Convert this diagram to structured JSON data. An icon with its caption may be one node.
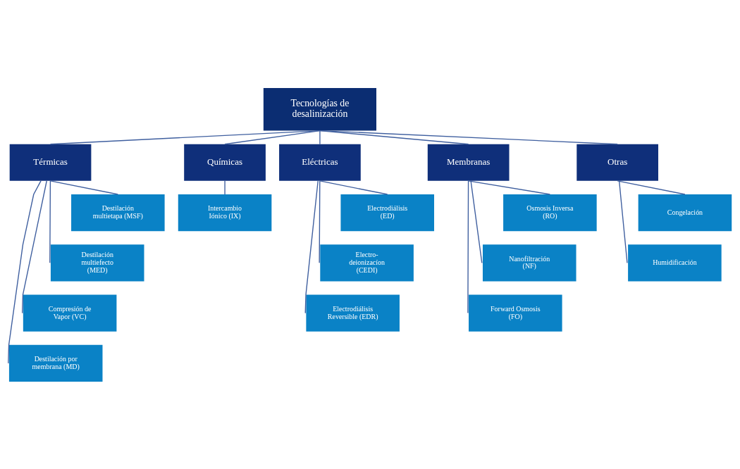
{
  "diagram": {
    "nodes": [
      {
        "text": [
          "Tecnologías de desalinización"
        ]
      },
      {
        "text": [
          "Térmicas"
        ]
      },
      {
        "text": [
          "Destilación multietapa (MSF)"
        ]
      },
      {
        "text": [
          "Destilación multiefecto (MED)"
        ]
      },
      {
        "text": [
          "Compresión de Vapor (VC)"
        ]
      },
      {
        "text": [
          "Destilación por membrana (MD)"
        ]
      },
      {
        "text": [
          "Químicas"
        ]
      },
      {
        "text": [
          "Intercambio Iónico (IX)"
        ]
      },
      {
        "text": [
          "Eléctricas"
        ]
      },
      {
        "text": [
          "Electrodiálisis (ED)"
        ]
      },
      {
        "text": [
          "Electro- deionizacíon (CEDI)"
        ]
      },
      {
        "text": [
          "Electrodiálisis Reversible (EDR)"
        ]
      },
      {
        "text": [
          "Membranas"
        ]
      },
      {
        "text": [
          "Osmosis Inversa (RO)"
        ]
      },
      {
        "text": [
          "Nanofiltración (NF)"
        ]
      },
      {
        "text": [
          "Forward Osmosis (FO)"
        ]
      },
      {
        "text": [
          "Otras"
        ]
      },
      {
        "text": [
          "Congelación"
        ]
      },
      {
        "text": [
          "Humidificación"
        ]
      }
    ],
    "edges": [
      {
        "from": 0,
        "to": 1,
        "arrow": "none"
      },
      {
        "from": 0,
        "to": 6,
        "arrow": "none"
      },
      {
        "from": 0,
        "to": 8,
        "arrow": "none"
      },
      {
        "from": 0,
        "to": 12,
        "arrow": "none"
      },
      {
        "from": 0,
        "to": 16,
        "arrow": "none"
      },
      {
        "from": 1,
        "to": 2,
        "arrow": "none"
      },
      {
        "from": 1,
        "to": 3,
        "arrow": "none"
      },
      {
        "from": 1,
        "to": 4,
        "arrow": "none"
      },
      {
        "from": 1,
        "to": 5,
        "arrow": "none"
      },
      {
        "from": 6,
        "to": 7,
        "arrow": "none"
      },
      {
        "from": 8,
        "to": 9,
        "arrow": "none"
      },
      {
        "from": 8,
        "to": 10,
        "arrow": "none"
      },
      {
        "from": 8,
        "to": 11,
        "arrow": "none"
      },
      {
        "from": 12,
        "to": 13,
        "arrow": "none"
      },
      {
        "from": 12,
        "to": 14,
        "arrow": "none"
      },
      {
        "from": 12,
        "to": 15,
        "arrow": "none"
      },
      {
        "from": 16,
        "to": 17,
        "arrow": "none"
      },
      {
        "from": 16,
        "to": 18,
        "arrow": "none"
      }
    ]
  }
}
